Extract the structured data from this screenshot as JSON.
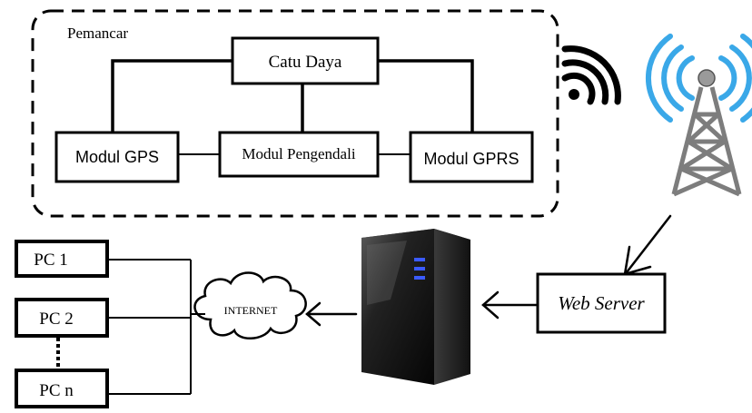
{
  "transmitter_group": {
    "label": "Pemancar"
  },
  "blocks": {
    "power_supply": "Catu Daya",
    "gps_module": "Modul GPS",
    "controller_module": "Modul Pengendali",
    "gprs_module": "Modul GPRS",
    "web_server": "Web Server"
  },
  "network": {
    "internet": "INTERNET"
  },
  "clients": [
    {
      "label": "PC 1"
    },
    {
      "label": "PC 2"
    },
    {
      "label": "PC n"
    }
  ],
  "icons": {
    "wireless": "wireless-signal-icon",
    "tower": "radio-tower-icon",
    "server": "server-computer-icon",
    "cloud": "internet-cloud-icon"
  },
  "colors": {
    "line": "#000000",
    "tower_signal": "#3aa8e8",
    "tower_body": "#8a8a8a",
    "server_body": "#1a1a1a",
    "server_led": "#3b5bff"
  }
}
